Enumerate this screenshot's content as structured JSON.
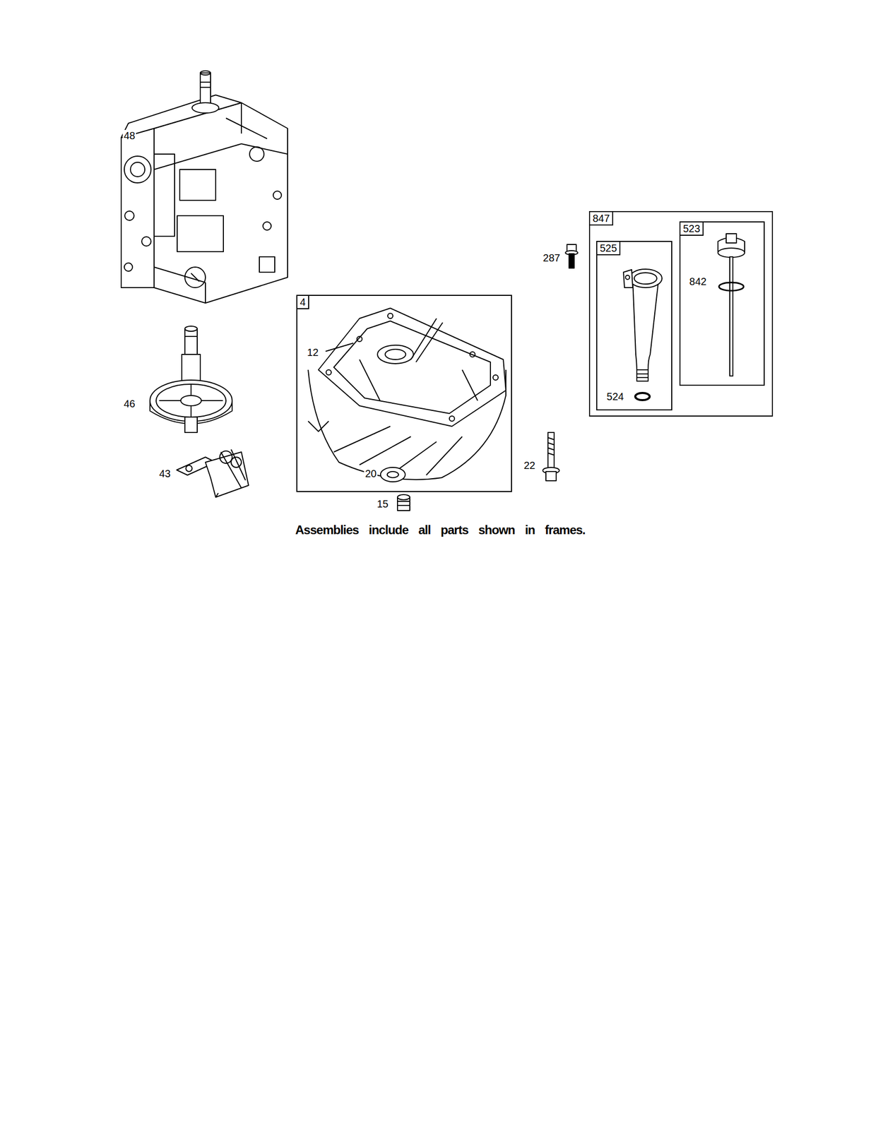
{
  "diagram": {
    "caption": "Assemblies include all parts shown in frames.",
    "nodes": [
      {
        "text": [
          "4"
        ]
      },
      {
        "text": [
          "847"
        ]
      },
      {
        "text": [
          "525"
        ],
        "in": 1
      },
      {
        "text": [
          "523"
        ],
        "in": 1
      }
    ],
    "edges": [],
    "labels": [
      "48",
      "46",
      "43",
      "287",
      "12",
      "20",
      "15",
      "22",
      "524",
      "842"
    ]
  }
}
